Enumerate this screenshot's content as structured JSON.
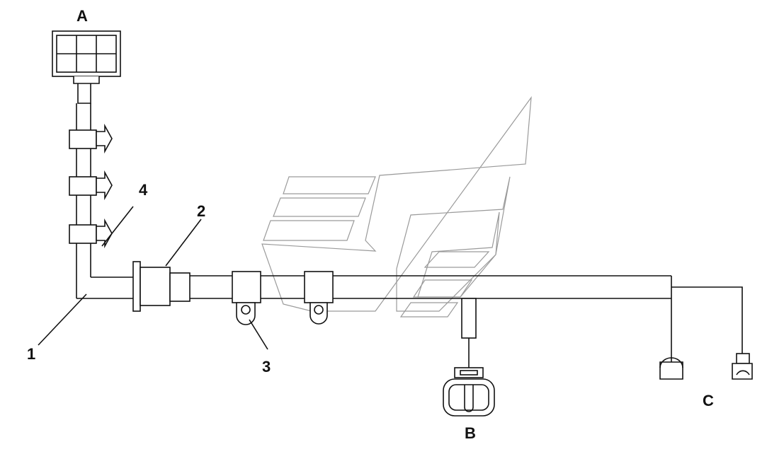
{
  "connectors": {
    "a": "A",
    "b": "B",
    "c": "C"
  },
  "callouts": {
    "harness": "1",
    "grommet": "2",
    "mount_clip": "3",
    "push_clip": "4"
  }
}
